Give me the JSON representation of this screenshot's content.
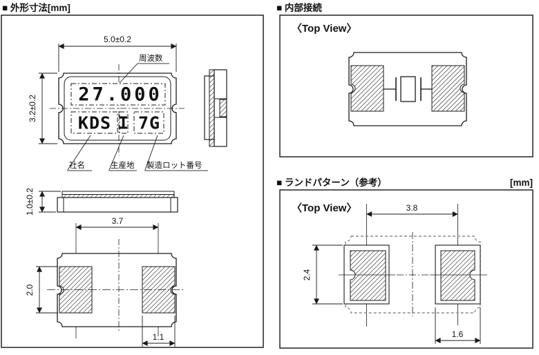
{
  "titles": {
    "outline": "■ 外形寸法[mm]",
    "internal": "■ 内部接続",
    "land": "■ ランドパターン（参考）",
    "land_unit": "[mm]"
  },
  "outline": {
    "top_view": {
      "dim_width": "5.0±0.2",
      "dim_height": "3.2±0.2",
      "marking_frequency": "27.000",
      "marking_company": "KDS",
      "marking_origin": "I",
      "marking_lot": "7G",
      "label_frequency": "周波数",
      "label_company": "社名",
      "label_origin": "生産地",
      "label_lot": "製造ロット番号"
    },
    "front_view": {
      "dim_thickness": "1.0±0.2"
    },
    "bottom_view": {
      "dim_pad_pitch": "3.7",
      "dim_pad_height": "2.0",
      "dim_pad_width": "1.1"
    }
  },
  "internal": {
    "view_label": "〈Top View〉"
  },
  "land": {
    "view_label": "〈Top View〉",
    "dim_pad_pitch": "3.8",
    "dim_pad_height": "2.4",
    "dim_pad_width": "1.6"
  },
  "colors": {
    "line": "#1a1a1a",
    "underline_gray": "#9a9a9a",
    "dashed_outline_gray": "#8c8c8c",
    "background": "#ffffff"
  }
}
